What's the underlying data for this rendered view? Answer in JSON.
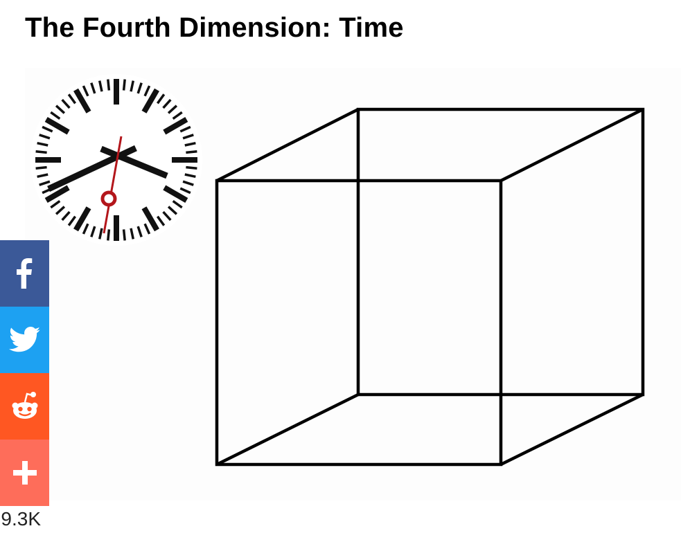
{
  "article": {
    "title": "The Fourth Dimension: Time"
  },
  "illustration": {
    "elements": [
      "clock-icon",
      "wireframe-cube"
    ]
  },
  "share": {
    "buttons": [
      {
        "network": "facebook",
        "icon": "facebook-icon",
        "color": "#3b5998"
      },
      {
        "network": "twitter",
        "icon": "twitter-icon",
        "color": "#1da1f2"
      },
      {
        "network": "reddit",
        "icon": "reddit-icon",
        "color": "#ff5722"
      },
      {
        "network": "more",
        "icon": "plus-icon",
        "color": "#fe6d5a"
      }
    ],
    "count": "9.3K"
  }
}
